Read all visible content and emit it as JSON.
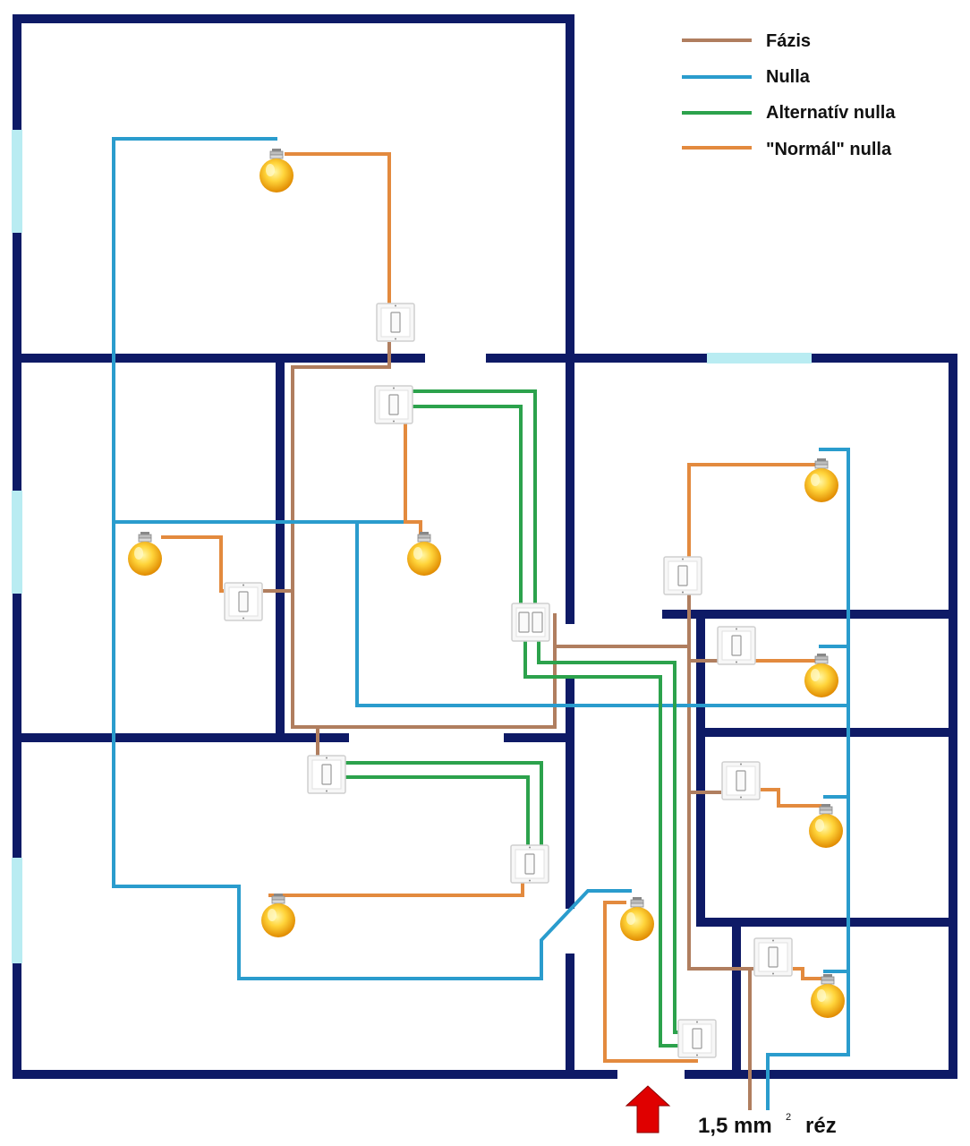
{
  "legend": [
    {
      "label": "Fázis",
      "color": "#b07e5f"
    },
    {
      "label": "Nulla",
      "color": "#2a9ccd"
    },
    {
      "label": "Alternatív nulla",
      "color": "#2ca24c"
    },
    {
      "label": "\"Normál\" nulla",
      "color": "#e38a3e"
    }
  ],
  "caption": {
    "text": "1,5 mm",
    "superscript": "2",
    "material": "réz"
  },
  "colors": {
    "wall": "#0e1a66",
    "window": "#b9ecf2",
    "entrance_arrow": "#e00000",
    "bulb": "#f6b21c"
  }
}
